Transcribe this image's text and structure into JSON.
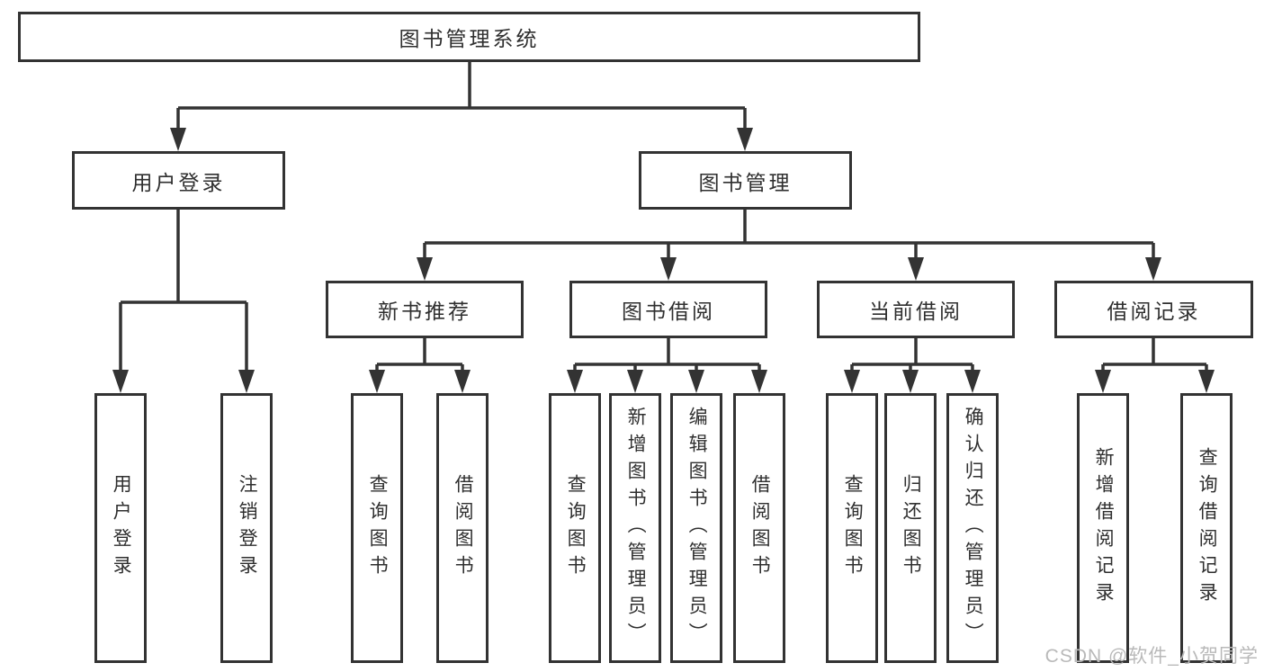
{
  "nodes": {
    "root": {
      "label": "图书管理系统"
    },
    "user_login": {
      "label": "用户登录"
    },
    "book_mgmt": {
      "label": "图书管理"
    },
    "new_book_rec": {
      "label": "新书推荐"
    },
    "book_borrow": {
      "label": "图书借阅"
    },
    "current_borrow": {
      "label": "当前借阅"
    },
    "borrow_record": {
      "label": "借阅记录"
    },
    "leaf_user_login": {
      "label": "用户登录"
    },
    "leaf_logout": {
      "label": "注销登录"
    },
    "leaf_query_book_1": {
      "label": "查询图书"
    },
    "leaf_borrow_book_1": {
      "label": "借阅图书"
    },
    "leaf_query_book_2": {
      "label": "查询图书"
    },
    "leaf_add_book": {
      "label": "新增图书（管理员）"
    },
    "leaf_edit_book": {
      "label": "编辑图书（管理员）"
    },
    "leaf_borrow_book_2": {
      "label": "借阅图书"
    },
    "leaf_query_book_3": {
      "label": "查询图书"
    },
    "leaf_return_book": {
      "label": "归还图书"
    },
    "leaf_confirm_return": {
      "label": "确认归还（管理员）"
    },
    "leaf_add_record": {
      "label": "新增借阅记录"
    },
    "leaf_query_record": {
      "label": "查询借阅记录"
    }
  },
  "edges": [
    [
      "root",
      "user_login"
    ],
    [
      "root",
      "book_mgmt"
    ],
    [
      "user_login",
      "leaf_user_login"
    ],
    [
      "user_login",
      "leaf_logout"
    ],
    [
      "book_mgmt",
      "new_book_rec"
    ],
    [
      "book_mgmt",
      "book_borrow"
    ],
    [
      "book_mgmt",
      "current_borrow"
    ],
    [
      "book_mgmt",
      "borrow_record"
    ],
    [
      "new_book_rec",
      "leaf_query_book_1"
    ],
    [
      "new_book_rec",
      "leaf_borrow_book_1"
    ],
    [
      "book_borrow",
      "leaf_query_book_2"
    ],
    [
      "book_borrow",
      "leaf_add_book"
    ],
    [
      "book_borrow",
      "leaf_edit_book"
    ],
    [
      "book_borrow",
      "leaf_borrow_book_2"
    ],
    [
      "current_borrow",
      "leaf_query_book_3"
    ],
    [
      "current_borrow",
      "leaf_return_book"
    ],
    [
      "current_borrow",
      "leaf_confirm_return"
    ],
    [
      "borrow_record",
      "leaf_add_record"
    ],
    [
      "borrow_record",
      "leaf_query_record"
    ]
  ],
  "watermark": {
    "text": "CSDN @软件_小贺同学"
  },
  "colors": {
    "line": "#333333",
    "text": "#2f2f2f",
    "watermark": "#b9b9b9",
    "background": "#ffffff"
  }
}
